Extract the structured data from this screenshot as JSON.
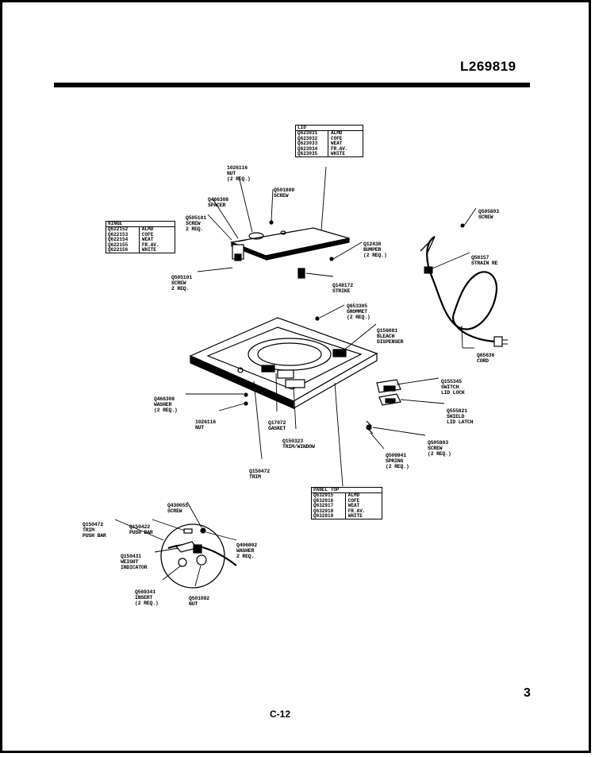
{
  "header": {
    "doc_id": "L269819"
  },
  "footer": {
    "page_number": "3",
    "page_ref": "C-12"
  },
  "tables": {
    "lid": {
      "title": "LID",
      "rows": [
        {
          "part": "Q623031",
          "color": "ALMD"
        },
        {
          "part": "Q623032",
          "color": "COFE"
        },
        {
          "part": "Q623033",
          "color": "WEAT"
        },
        {
          "part": "Q623034",
          "color": "FR.AV."
        },
        {
          "part": "Q623035",
          "color": "WHITE"
        }
      ]
    },
    "hinge": {
      "title": "HINGE",
      "rows": [
        {
          "part": "Q622152",
          "color": "ALMD"
        },
        {
          "part": "Q622153",
          "color": "COFE"
        },
        {
          "part": "Q622154",
          "color": "WEAT"
        },
        {
          "part": "Q622155",
          "color": "FR.AV."
        },
        {
          "part": "Q622156",
          "color": "WHITE"
        }
      ]
    },
    "panel_top": {
      "title": "PANEL TOP",
      "rows": [
        {
          "part": "Q632915",
          "color": "ALMD"
        },
        {
          "part": "Q632916",
          "color": "COFE"
        },
        {
          "part": "Q632917",
          "color": "WEAT"
        },
        {
          "part": "Q632918",
          "color": "FR.AV."
        },
        {
          "part": "Q632919",
          "color": "WHITE"
        }
      ]
    }
  },
  "callouts": {
    "nut_top": [
      "1026116",
      "NUT",
      "(2 REQ.)"
    ],
    "screw_top": [
      "Q501889",
      "SCREW"
    ],
    "spacer": [
      "Q466308",
      "SPACER"
    ],
    "screw_hinge_upper": [
      "Q505101",
      "SCREW",
      "2 REQ."
    ],
    "screw_hinge_lower": [
      "Q505101",
      "SCREW",
      "2 REQ."
    ],
    "bumper": [
      "Q12438",
      "BUMPER",
      "(2 REQ.)"
    ],
    "strike": [
      "Q148172",
      "STRIKE"
    ],
    "screw_cord": [
      "Q505803",
      "SCREW"
    ],
    "strain_relief": [
      "Q58157",
      "STRAIN RE"
    ],
    "cord": [
      "Q65636",
      "CORD"
    ],
    "grommet": [
      "Q653305",
      "GROMMET",
      "(2 REQ.)"
    ],
    "bleach_dispenser": [
      "Q156081",
      "BLEACH",
      "DISPENSER"
    ],
    "switch_lid_lock": [
      "Q155345",
      "SWITCH",
      "LID LOCK"
    ],
    "shield_lid_latch": [
      "Q555821",
      "SHIELD",
      "LID LATCH"
    ],
    "screw_latch": [
      "Q505803",
      "SCREW",
      "(2 REQ.)"
    ],
    "spring": [
      "Q509941",
      "SPRING",
      "(2 REQ.)"
    ],
    "washer_left": [
      "Q466308",
      "WASHER",
      "(2 REQ.)"
    ],
    "nut_left": [
      "1026116",
      "NUT"
    ],
    "gasket": [
      "Q17072",
      "GASKET"
    ],
    "trim_window": [
      "Q150323",
      "TRIM/WINDOW"
    ],
    "trim": [
      "Q150472",
      "TRIM"
    ],
    "screw_detail": [
      "Q430055",
      "SCREW"
    ],
    "trim_push_bar": [
      "Q150472",
      "TRIM",
      "PUSH BAR"
    ],
    "push_bar": [
      "Q150422",
      "PUSH BAR"
    ],
    "weight_indicator": [
      "Q150431",
      "WEIGHT",
      "INDICATOR"
    ],
    "washer_detail": [
      "Q406802",
      "WASHER",
      "2 REQ."
    ],
    "insert": [
      "Q569341",
      "INSERT",
      "(2 REQ.)"
    ],
    "nut_detail": [
      "Q501092",
      "NUT"
    ]
  }
}
